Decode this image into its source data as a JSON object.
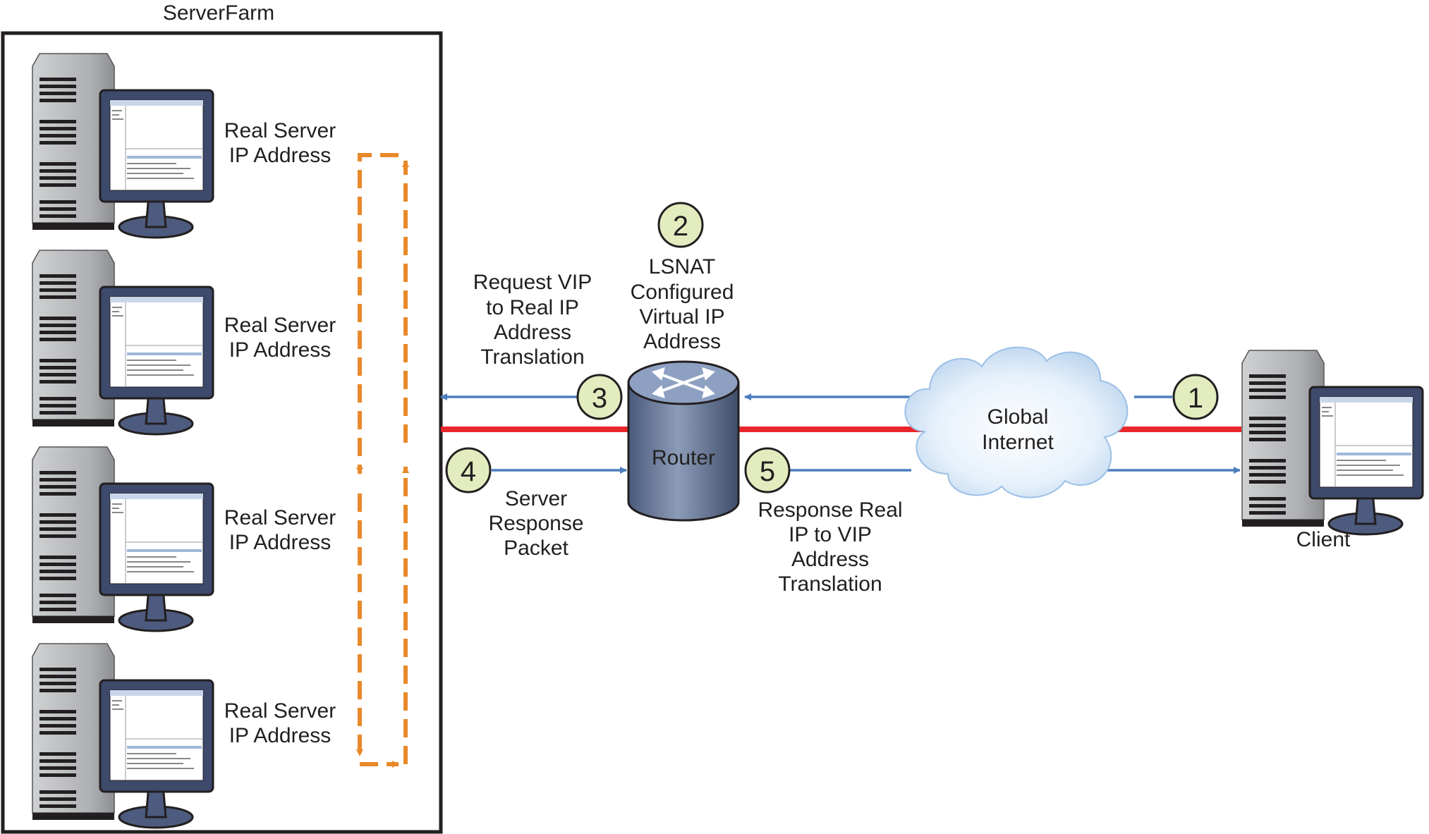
{
  "server_farm": {
    "title": "ServerFarm",
    "server_label": [
      "Real Server",
      "IP Address"
    ],
    "server_count": 4
  },
  "router": {
    "label": "Router"
  },
  "internet": {
    "label": [
      "Global",
      "Internet"
    ]
  },
  "client": {
    "label": "Client"
  },
  "steps": [
    {
      "number": "1"
    },
    {
      "number": "2",
      "text": [
        "LSNAT",
        "Configured",
        "Virtual IP",
        "Address"
      ]
    },
    {
      "number": "3",
      "text": [
        "Request VIP",
        "to Real IP",
        "Address",
        "Translation"
      ]
    },
    {
      "number": "4",
      "text": [
        "Server",
        "Response",
        "Packet"
      ]
    },
    {
      "number": "5",
      "text": [
        "Response Real",
        "IP to VIP",
        "Address",
        "Translation"
      ]
    }
  ],
  "colors": {
    "request_arrow": "#4a7ebf",
    "connection_line": "#e8262b",
    "internal_flow": "#e8892a",
    "badge_fill": "#e2ecbf",
    "router_body": "#5c6f91",
    "cloud_fill": "#dbe9f7",
    "tower": "#b3b5b8",
    "monitor_frame": "#3d4a6b"
  },
  "icons": [
    "server-tower-icon",
    "monitor-icon",
    "router-icon",
    "cloud-icon"
  ]
}
